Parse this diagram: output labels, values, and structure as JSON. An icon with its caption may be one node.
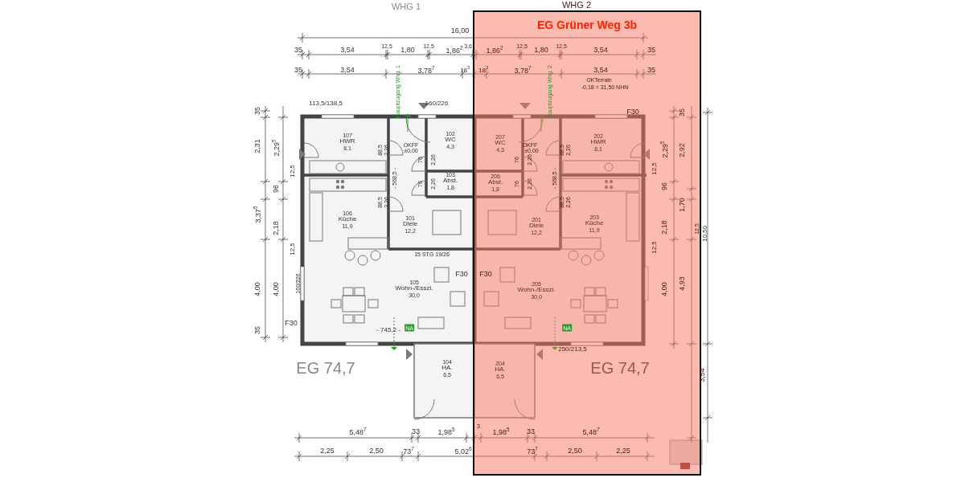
{
  "diagram": {
    "nodes": [
      {
        "text": [
          "EG Grüner Weg 3b"
        ]
      },
      {
        "text": [
          "107",
          "HWR",
          "8,1"
        ]
      },
      {
        "text": [
          "102",
          "WC",
          "4,3"
        ]
      },
      {
        "text": [
          "103",
          "Abst.",
          "1,8"
        ]
      },
      {
        "text": [
          "106",
          "Küche",
          "11,9"
        ]
      },
      {
        "text": [
          "101",
          "Diele",
          "12,2"
        ]
      },
      {
        "text": [
          "105",
          "Wohn-/Esszi.",
          "30,0"
        ]
      },
      {
        "text": [
          "104",
          "HA.",
          "6,5"
        ]
      },
      {
        "text": [
          "207",
          "WC",
          "4,3"
        ],
        "in": 0
      },
      {
        "text": [
          "206",
          "Abst.",
          "1,8"
        ],
        "in": 0
      },
      {
        "text": [
          "202",
          "HWR",
          "8,1"
        ],
        "in": 0
      },
      {
        "text": [
          "201",
          "Diele",
          "12,2"
        ],
        "in": 0
      },
      {
        "text": [
          "203",
          "Küche",
          "11,9"
        ],
        "in": 0
      },
      {
        "text": [
          "205",
          "Wohn-/Esszi.",
          "30,0"
        ],
        "in": 0
      },
      {
        "text": [
          "204",
          "HA.",
          "6,5"
        ],
        "in": 0
      }
    ],
    "labels": [
      "WHG 1",
      "WHG 2",
      "16,00",
      "35",
      "3,54",
      "12,5",
      "1,80",
      "12,5",
      "1,86$^{2}$",
      "3,6",
      "1,86$^{2}$",
      "12,5",
      "1,80",
      "12,5",
      "3,54",
      "35",
      "35",
      "3,54",
      "3,78$^{7}$",
      "18$^{3}$",
      "18$^{3}$",
      "3,78$^{7}$",
      "3,54",
      "35",
      "OKTerrain",
      "-0,18 = 31,50 NHN",
      "113,5/138,5",
      "160/226",
      "Hauptzugang Whg. 1",
      "Hauptzugang Whg. 2",
      "F30",
      "35",
      "2,31",
      "2,29$^{5}$",
      "12,5",
      "96",
      "3,37$^{5}$",
      "2,18",
      "12,5",
      "4,00",
      "4,00",
      "160/226",
      "35",
      "F30",
      "35",
      "2,29$^{5}$",
      "2,92",
      "12,5",
      "96",
      "1,70",
      "2,18",
      "12,5",
      "4,00",
      "4,93",
      "12,5",
      "10,50",
      "3,54",
      "15 STG 19/26",
      "F30",
      "F30",
      "- 745,2 -",
      "NA",
      "NA",
      "250/213,5",
      "EG 74,7",
      "EG 74,7",
      "OKFF",
      "±0,00",
      "OKFF",
      "±0,00",
      "88,5",
      "2,26",
      "76",
      "2,26",
      "76",
      "2,26",
      "88,5",
      "2,26",
      "- 568,5 -",
      "88,5",
      "2,26",
      "76",
      "2,26",
      "76",
      "2,26",
      "88,5",
      "2,26",
      "- 568,5 -",
      "5,48$^{7}$",
      "33",
      "1,98$^{5}$",
      "3",
      "1,98$^{5}$",
      "33",
      "5,48$^{7}$",
      "2,25",
      "2,50",
      "73$^{7}$",
      "5,02$^{6}$",
      "73$^{7}$",
      "2,50",
      "2,25"
    ]
  }
}
